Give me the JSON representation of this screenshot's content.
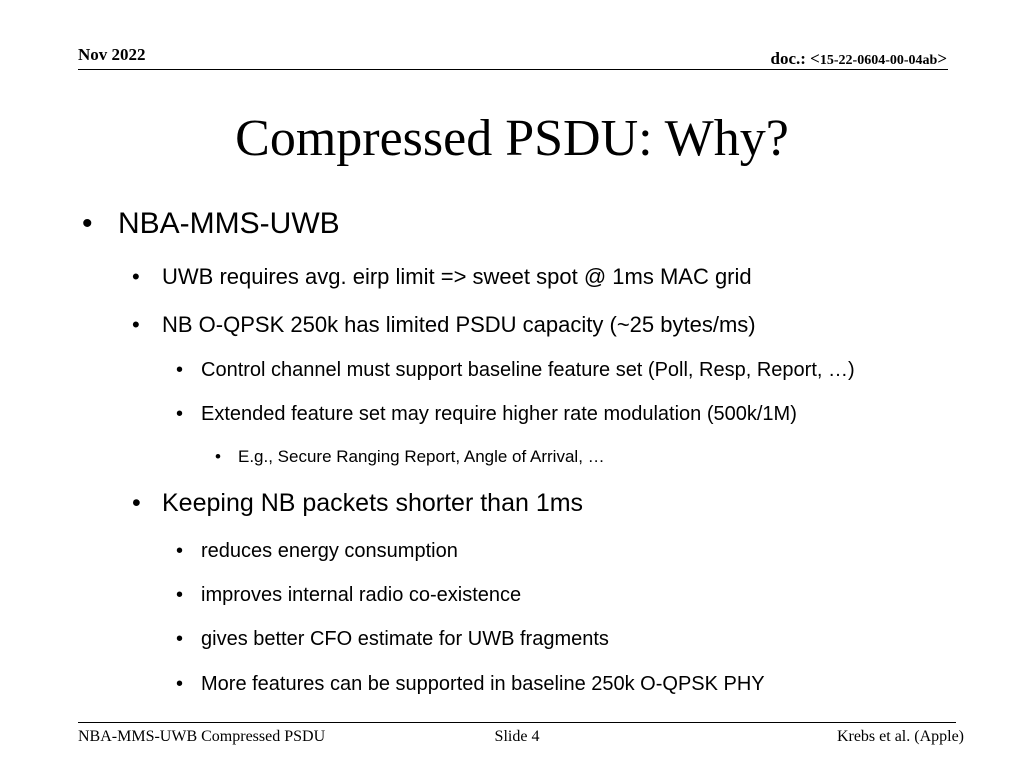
{
  "header": {
    "date": "Nov 2022",
    "doc_prefix": "doc.: <",
    "doc_number": "15-22-0604-00-04ab",
    "doc_suffix": ">"
  },
  "slide": {
    "title": "Compressed PSDU: Why?",
    "bullet_glyph": "•",
    "bullets": [
      "NBA-MMS-UWB",
      "UWB requires avg. eirp limit => sweet spot @ 1ms MAC grid",
      "NB O-QPSK 250k has limited PSDU capacity (~25 bytes/ms)",
      "Control channel must support baseline feature set (Poll, Resp, Report, …)",
      "Extended feature set may require higher rate modulation (500k/1M)",
      "E.g., Secure Ranging Report, Angle of Arrival, …",
      "Keeping NB packets shorter than 1ms",
      "reduces energy consumption",
      "improves internal radio co-existence",
      "gives better CFO estimate for UWB fragments",
      "More features can be supported in baseline 250k O-QPSK PHY"
    ]
  },
  "footer": {
    "left": "NBA-MMS-UWB Compressed PSDU",
    "center": "Slide 4",
    "right": "Krebs et al. (Apple)"
  }
}
